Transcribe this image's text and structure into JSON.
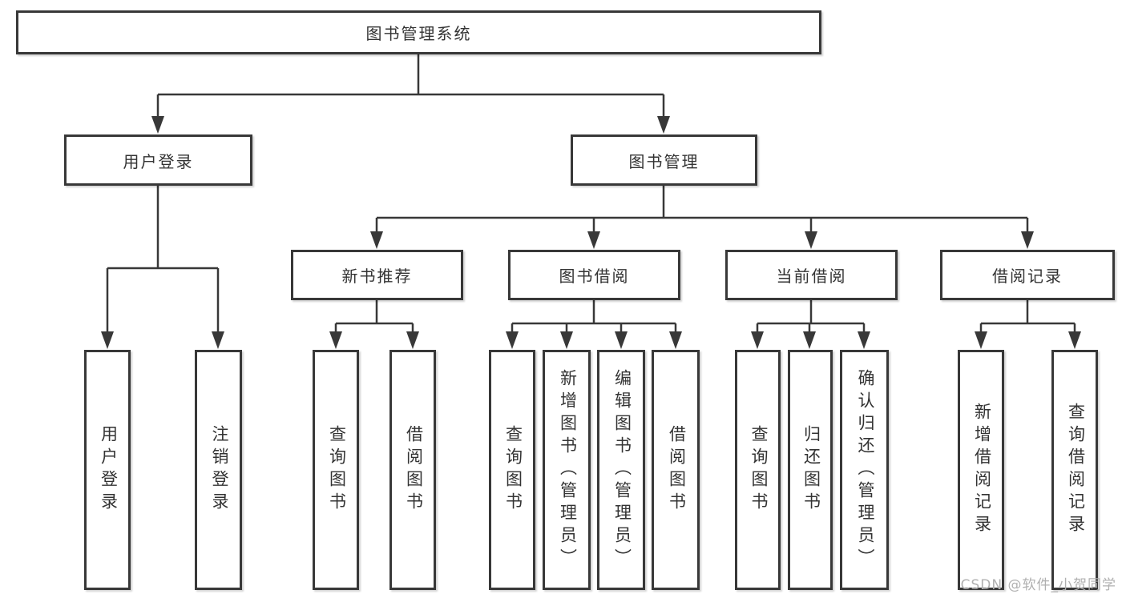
{
  "colors": {
    "line": "#383838",
    "box_border": "#383838",
    "box_background": "#ffffff",
    "text": "#333333",
    "watermark": "#b0b0b0",
    "page_background": "#ffffff"
  },
  "watermark": "CSDN @软件_小贺同学",
  "tree": {
    "root": {
      "label": "图书管理系统"
    },
    "branches": [
      {
        "label": "用户登录",
        "children": [
          {
            "label": "用户登录"
          },
          {
            "label": "注销登录"
          }
        ]
      },
      {
        "label": "图书管理",
        "groups": [
          {
            "label": "新书推荐",
            "children": [
              {
                "label": "查询图书"
              },
              {
                "label": "借阅图书"
              }
            ]
          },
          {
            "label": "图书借阅",
            "children": [
              {
                "label": "查询图书"
              },
              {
                "label": "新增图书（管理员）"
              },
              {
                "label": "编辑图书（管理员）"
              },
              {
                "label": "借阅图书"
              }
            ]
          },
          {
            "label": "当前借阅",
            "children": [
              {
                "label": "查询图书"
              },
              {
                "label": "归还图书"
              },
              {
                "label": "确认归还（管理员）"
              }
            ]
          },
          {
            "label": "借阅记录",
            "children": [
              {
                "label": "新增借阅记录"
              },
              {
                "label": "查询借阅记录"
              }
            ]
          }
        ]
      }
    ]
  }
}
